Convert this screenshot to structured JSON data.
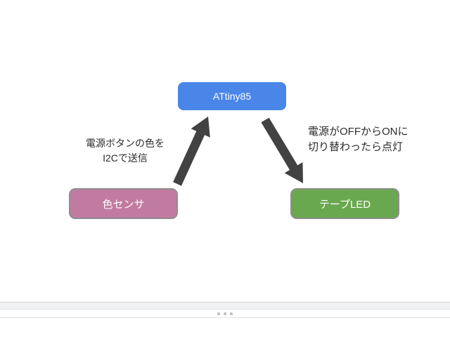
{
  "diagram": {
    "nodes": [
      {
        "id": "attiny85",
        "label": "ATtiny85",
        "fill": "#4a86e8",
        "text_color": "#ffffff",
        "border": "none"
      },
      {
        "id": "color-sensor",
        "label": "色センサ",
        "fill": "#c27ba0",
        "text_color": "#ffffff",
        "border": "#8e8e8e"
      },
      {
        "id": "tape-led",
        "label": "テープLED",
        "fill": "#6aa84f",
        "text_color": "#ffffff",
        "border": "#8e8e8e"
      }
    ],
    "arrows": [
      {
        "id": "sensor-to-attiny85",
        "from": "color-sensor",
        "to": "attiny85",
        "direction": "up-right",
        "color": "#424242"
      },
      {
        "id": "attiny85-to-led",
        "from": "attiny85",
        "to": "tape-led",
        "direction": "down-right",
        "color": "#424242"
      }
    ],
    "annotations": [
      {
        "id": "left",
        "lines": [
          "電源ボタンの色を",
          "I2Cで送信"
        ]
      },
      {
        "id": "right",
        "lines": [
          "電源がOFFからONに",
          "切り替わったら点灯"
        ]
      }
    ]
  },
  "bottom_bar": {
    "drag_handle_dots": 3
  },
  "colors": {
    "canvas_background": "#ffffff",
    "node_blue": "#4a86e8",
    "node_pink": "#c27ba0",
    "node_green": "#6aa84f",
    "node_border_gray": "#8e8e8e",
    "arrow_gray": "#424242",
    "annotation_text": "#2b2b2b",
    "scrollbar_track": "#f1f2f4",
    "handle_dot": "#c0c4c9"
  }
}
